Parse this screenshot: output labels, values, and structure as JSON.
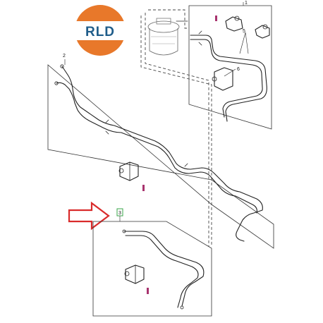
{
  "logo": {
    "text": "RLD",
    "ring_color": "#e8782a",
    "inner_color": "#ffffff",
    "text_color": "#1f5d8a"
  },
  "callouts": {
    "top_panel": "1",
    "long_pipe": "2",
    "lower_panel": "3",
    "clip_pair": "5",
    "bracket": "6"
  },
  "colors": {
    "arrow": "#d92b2b",
    "lower_label_box": "#3aa64a",
    "magenta_marker": "#a8336e"
  },
  "icons": {
    "arrow": "right-arrow-outline-icon",
    "filter": "fuel-filter-icon",
    "clip": "pipe-clip-icon",
    "bracket": "bracket-icon"
  }
}
